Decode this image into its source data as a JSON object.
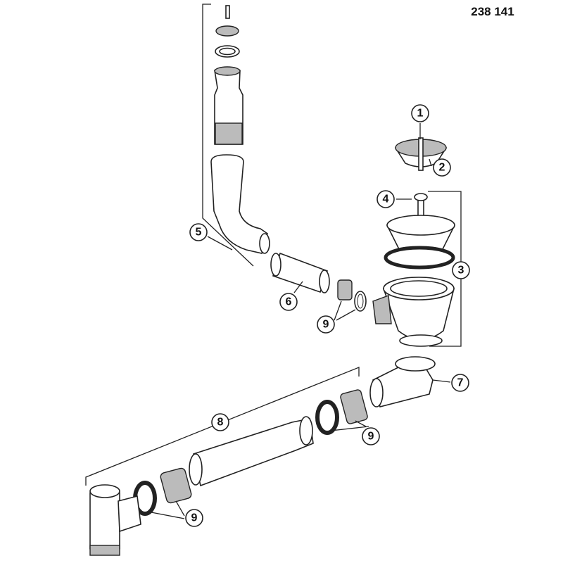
{
  "diagram": {
    "part_number": "238 141",
    "callouts": [
      {
        "id": "c1",
        "label": "1"
      },
      {
        "id": "c2",
        "label": "2"
      },
      {
        "id": "c3",
        "label": "3"
      },
      {
        "id": "c4",
        "label": "4"
      },
      {
        "id": "c5",
        "label": "5"
      },
      {
        "id": "c6",
        "label": "6"
      },
      {
        "id": "c7",
        "label": "7"
      },
      {
        "id": "c8",
        "label": "8"
      },
      {
        "id": "c9a",
        "label": "9"
      },
      {
        "id": "c9b",
        "label": "9"
      },
      {
        "id": "c9c",
        "label": "9"
      }
    ]
  }
}
